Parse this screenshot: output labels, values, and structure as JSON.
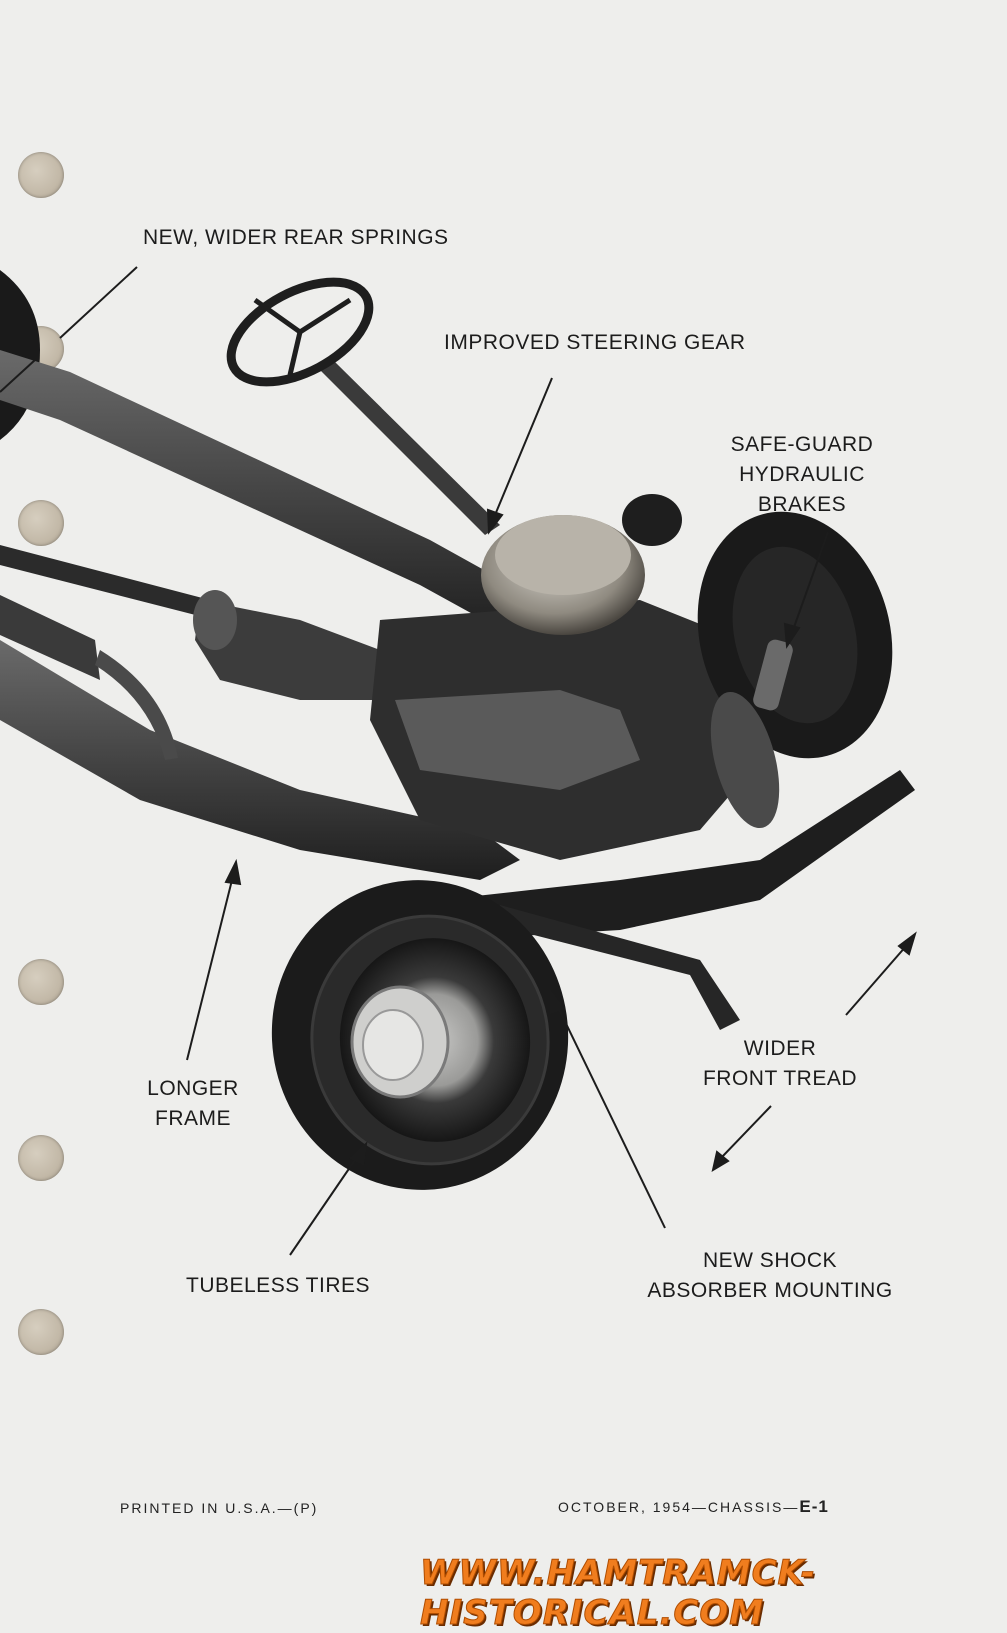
{
  "labels": {
    "rear_springs": "NEW, WIDER REAR SPRINGS",
    "steering_gear": "IMPROVED STEERING GEAR",
    "brakes_line1": "SAFE-GUARD",
    "brakes_line2": "HYDRAULIC",
    "brakes_line3": "BRAKES",
    "frame_line1": "LONGER",
    "frame_line2": "FRAME",
    "tread_line1": "WIDER",
    "tread_line2": "FRONT TREAD",
    "tires": "TUBELESS TIRES",
    "shock_line1": "NEW SHOCK",
    "shock_line2": "ABSORBER MOUNTING"
  },
  "footer": {
    "printed": "PRINTED IN U.S.A.—(P)",
    "date_section": "OCTOBER, 1954—CHASSIS—",
    "page_number": "E-1"
  },
  "watermark": "WWW.HAMTRAMCK-HISTORICAL.COM",
  "colors": {
    "paper": "#eeeeec",
    "ink": "#1c1c1c",
    "watermark": "#f07d1e"
  }
}
